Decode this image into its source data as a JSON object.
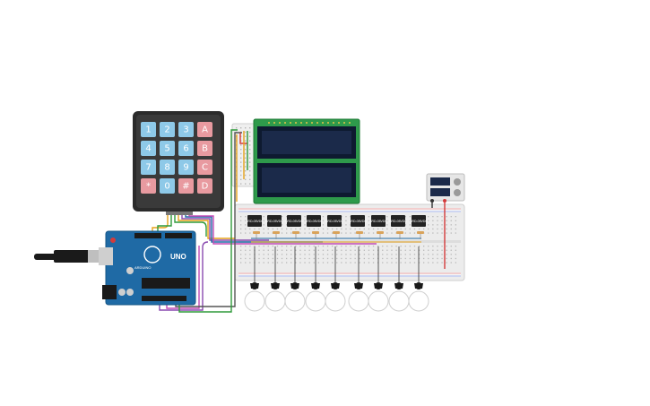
{
  "keypad": {
    "keys": [
      {
        "label": "1",
        "kind": "digit"
      },
      {
        "label": "2",
        "kind": "digit"
      },
      {
        "label": "3",
        "kind": "digit"
      },
      {
        "label": "A",
        "kind": "letter"
      },
      {
        "label": "4",
        "kind": "digit"
      },
      {
        "label": "5",
        "kind": "digit"
      },
      {
        "label": "6",
        "kind": "digit"
      },
      {
        "label": "B",
        "kind": "letter"
      },
      {
        "label": "7",
        "kind": "digit"
      },
      {
        "label": "8",
        "kind": "digit"
      },
      {
        "label": "9",
        "kind": "digit"
      },
      {
        "label": "C",
        "kind": "letter"
      },
      {
        "label": "*",
        "kind": "symbol"
      },
      {
        "label": "0",
        "kind": "digit"
      },
      {
        "label": "#",
        "kind": "symbol"
      },
      {
        "label": "D",
        "kind": "letter"
      }
    ],
    "colors": {
      "digit": "#8ec9e8",
      "letter": "#e89aa0",
      "symbol": "#e89aa0",
      "frame": "#2b2b2b"
    }
  },
  "arduino": {
    "logo_text": "UNO",
    "brand_text": "ARDUINO",
    "colors": {
      "board": "#1f6aa5",
      "usb": "#c9c9c9",
      "chip": "#2b2b2b"
    }
  },
  "lcds": {
    "count": 2,
    "colors": {
      "pcb": "#2e9a4b",
      "screen": "#1b2a4a",
      "bezel": "#0e1a30"
    }
  },
  "relays": {
    "count": 9,
    "label": "SRD-05VDC",
    "color": "#222222"
  },
  "bulbs": {
    "count": 9
  },
  "power_supply": {
    "colors": {
      "case": "#e6e6e6",
      "display": "#1b2a4a"
    }
  },
  "wire_colors": [
    "#e6a21a",
    "#2f9a3a",
    "#d43b3b",
    "#8a4bb0",
    "#c24bb6",
    "#1f6aa5",
    "#555555"
  ]
}
